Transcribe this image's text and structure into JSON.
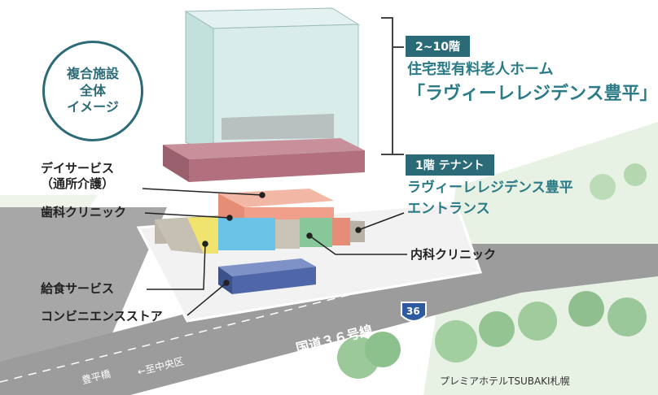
{
  "overview_badge": [
    "複合施設",
    "全体",
    "イメージ"
  ],
  "upper_floors": {
    "floor_badge": "2~10階",
    "facility_type": "住宅型有料老人ホーム",
    "facility_name": "「ラヴィーレレジデンス豊平」"
  },
  "ground_floor": {
    "floor_badge": "1階 テナント",
    "entrance_line1": "ラヴィーレレジデンス豊平",
    "entrance_line2": "エントランス"
  },
  "tenants": {
    "day_service_line1": "デイサービス",
    "day_service_line2": "（通所介護）",
    "dental_clinic": "歯科クリニック",
    "internal_medicine": "内科クリニック",
    "meal_service": "給食サービス",
    "convenience_store": "コンビニエンスストア"
  },
  "map": {
    "road_name": "国道３６号線",
    "route_number": "36",
    "bridge": "豊平橋",
    "direction": "←至中央区",
    "hotel": "プレミアホテルTSUBAKI札幌"
  },
  "colors": {
    "accent": "#2b6b78",
    "road": "#9a9a9a",
    "glass": "#cfe7e4",
    "podium": "#b26f7d",
    "day_service": "#f0a08a",
    "dental": "#6cc3e8",
    "meal": "#f1e46e",
    "internal_medicine": "#88c79a",
    "convenience": "#4f67a8"
  }
}
